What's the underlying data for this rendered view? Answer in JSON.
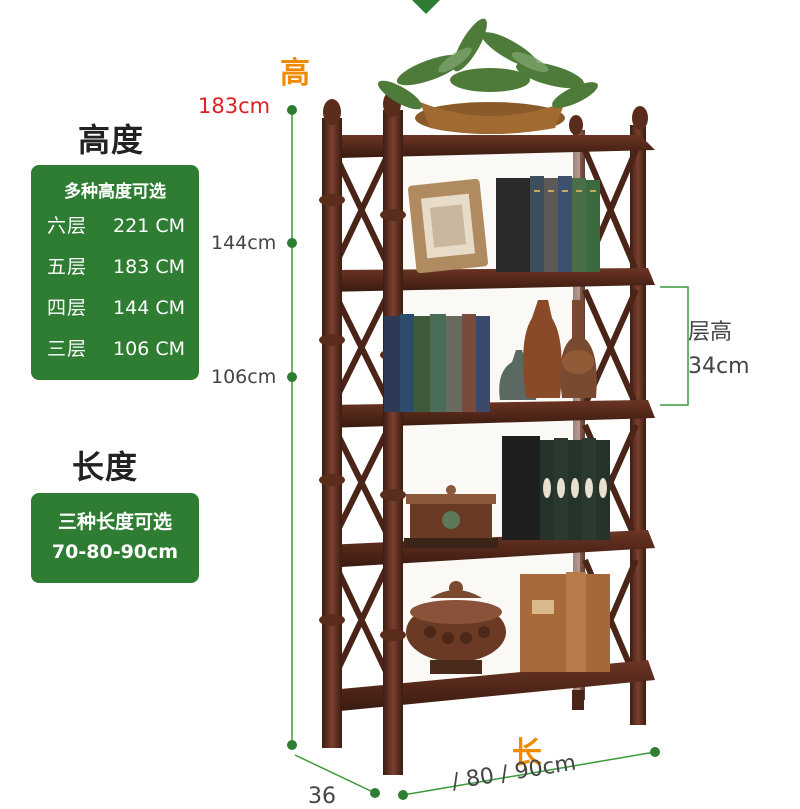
{
  "left_panel": {
    "height_heading": "高度",
    "height_box": {
      "title": "多种高度可选",
      "options": [
        {
          "level": "六层",
          "value": "221 CM"
        },
        {
          "level": "五层",
          "value": "183 CM"
        },
        {
          "level": "四层",
          "value": "144 CM"
        },
        {
          "level": "三层",
          "value": "106 CM"
        }
      ]
    },
    "length_heading": "长度",
    "length_box": {
      "line1": "三种长度可选",
      "line2": "70-80-90cm"
    }
  },
  "dimensions": {
    "top_label": "高",
    "height_183": "183cm",
    "height_144": "144cm",
    "height_106": "106cm",
    "layer_height_label": "层高",
    "layer_height_value": "34cm",
    "length_label": "长",
    "depth_value": "36",
    "length_values": "/ 80 / 90cm"
  },
  "colors": {
    "accent_green": "#2e7d32",
    "dimension_orange": "#f08a00",
    "dimension_red": "#e02020",
    "wood_dark": "#4a2417",
    "wood_mid": "#6b3524"
  }
}
